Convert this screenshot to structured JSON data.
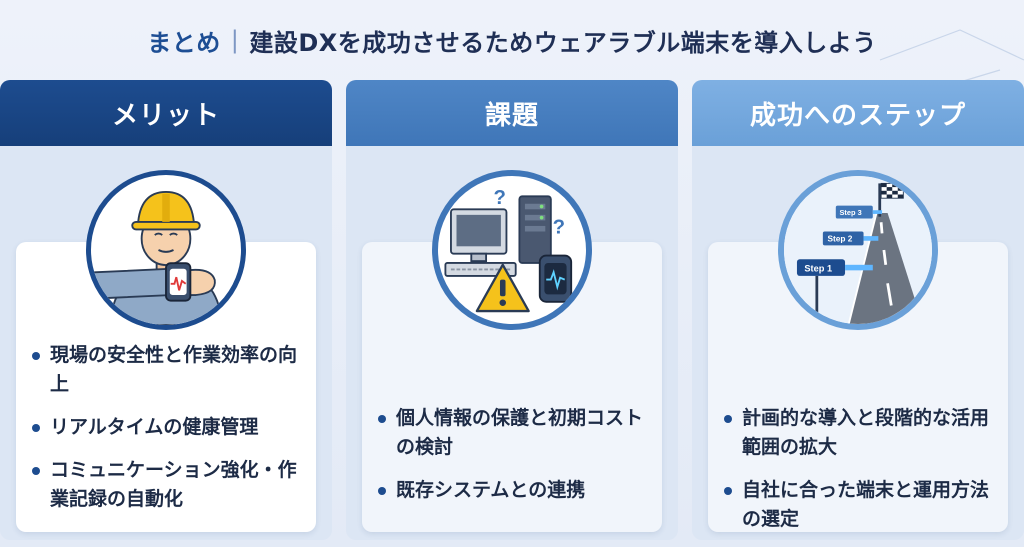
{
  "title": {
    "accent": "まとめ",
    "separator": "|",
    "main": "建設DXを成功させるためウェアラブル端末を導入しよう"
  },
  "columns": [
    {
      "header": "メリット",
      "icon": "worker-with-smartwatch-icon",
      "bullets": [
        "現場の安全性と作業効率の向上",
        "リアルタイムの健康管理",
        "コミュニケーション強化・作業記録の自動化"
      ]
    },
    {
      "header": "課題",
      "icon": "computer-warning-watch-icon",
      "bullets": [
        "個人情報の保護と初期コストの検討",
        "既存システムとの連携"
      ]
    },
    {
      "header": "成功へのステップ",
      "icon": "road-steps-goal-flag-icon",
      "steps": [
        "Step 1",
        "Step 2",
        "Step 3"
      ],
      "bullets": [
        "計画的な導入と段階的な活用範囲の拡大",
        "自社に合った端末と運用方法の選定"
      ]
    }
  ],
  "colors": {
    "dark_blue": "#1d4c8f",
    "mid_blue": "#3f76b8",
    "light_blue": "#6aa0d8",
    "text": "#1d2b46",
    "warning": "#f5c21b"
  }
}
